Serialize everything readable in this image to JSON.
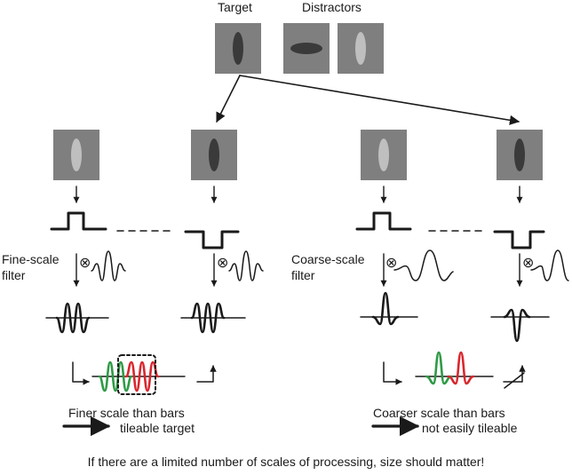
{
  "header": {
    "target_label": "Target",
    "distractors_label": "Distractors"
  },
  "colors": {
    "box_gray": "#7f7f7f",
    "dark_bar": "#3a3a3a",
    "light_bar": "#bfbfbf",
    "wave_green": "#2e9a45",
    "wave_red": "#d9262e"
  },
  "fine_panel": {
    "filter_label_line1": "Fine-scale",
    "filter_label_line2": "filter",
    "conv_symbol": "⊗",
    "caption_line1": "Finer scale than bars",
    "caption_line2": "tileable target"
  },
  "coarse_panel": {
    "filter_label_line1": "Coarse-scale",
    "filter_label_line2": "filter",
    "conv_symbol": "⊗",
    "caption_line1": "Coarser scale than bars",
    "caption_line2": "not easily tileable"
  },
  "footer": {
    "conclusion": "If there are a limited number of scales of processing, size should matter!"
  }
}
